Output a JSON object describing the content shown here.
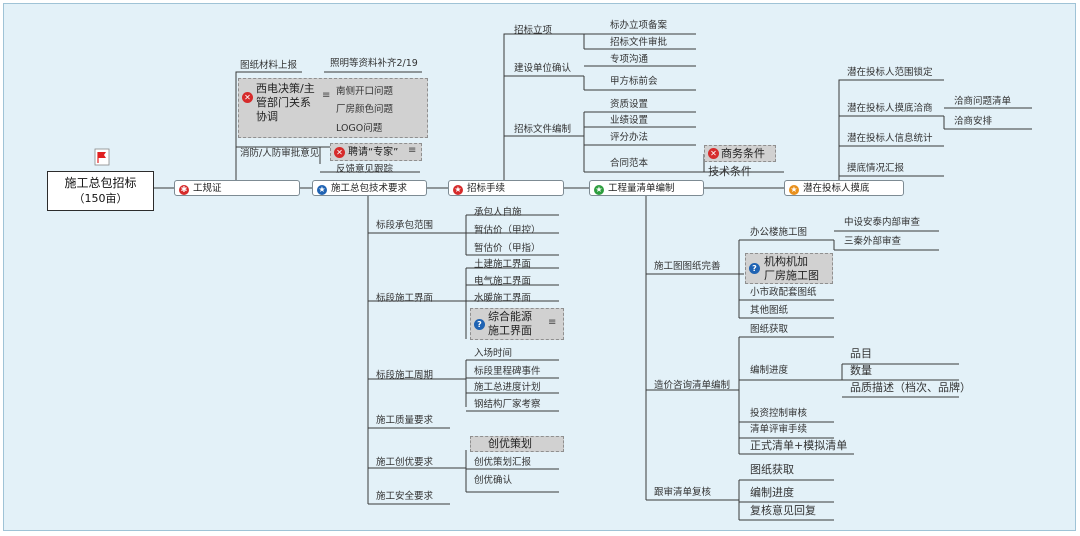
{
  "root": {
    "title": "施工总包招标",
    "subtitle": "（150亩）",
    "flag_icon": "red-flag-icon"
  },
  "level1": {
    "gongguizheng": "工规证",
    "jishu": "施工总包技术要求",
    "shouxu": "招标手续",
    "qingdan": "工程量清单编制",
    "qianzai": "潜在投标人摸底"
  },
  "gongguizheng": {
    "tuzhi": "图纸材料上报",
    "zhaoming": "照明等资料补齐2/19",
    "xidian_1": "西电决策/主",
    "xidian_2": "管部门关系",
    "xidian_3": "协调",
    "nance": "南侧开口问题",
    "changfang": "厂房颜色问题",
    "logo": "LOGO问题",
    "xiaofang": "消防/人防审批意见",
    "zhuanjia": "聘请“专家”",
    "fankui": "反馈意见跟踪"
  },
  "jishu": {
    "chengbao": "标段承包范围",
    "chengbao_items": [
      "承包人自施",
      "暂估价（甲控）",
      "暂估价（甲指）"
    ],
    "jiemian": "标段施工界面",
    "jiemian_items": [
      "土建施工界面",
      "电气施工界面",
      "水暖施工界面"
    ],
    "nengyuan_1": "综合能源",
    "nengyuan_2": "施工界面",
    "zhouqi": "标段施工周期",
    "zhouqi_items": [
      "入场时间",
      "标段里程碑事件",
      "施工总进度计划",
      "钢结构厂家考察"
    ],
    "zhiliang": "施工质量要求",
    "chuangyou": "施工创优要求",
    "chuangyou_hl": "创优策划",
    "chuangyou_items": [
      "创优策划汇报",
      "创优确认"
    ],
    "anquan": "施工安全要求"
  },
  "shouxu": {
    "lixiang": "招标立项",
    "lixiang_items": [
      "标办立项备案",
      "招标文件审批"
    ],
    "jianshe": "建设单位确认",
    "jianshe_items": [
      "专项沟通",
      "甲方标前会"
    ],
    "wenjian": "招标文件编制",
    "wenjian_items": [
      "资质设置",
      "业绩设置",
      "评分办法",
      "合同范本"
    ],
    "shangwu": "商务条件",
    "jishu_tiaojian": "技术条件"
  },
  "qingdan": {
    "tuzhi_wanshan": "施工图图纸完善",
    "bangong": "办公楼施工图",
    "bangong_items": [
      "中设安泰内部审查",
      "三秦外部审查"
    ],
    "jigou_1": "机构机加",
    "jigou_2": "厂房施工图",
    "shizheng": "小市政配套图纸",
    "qita": "其他图纸",
    "zaojia": "造价咨询清单编制",
    "huoqu": "图纸获取",
    "jindu": "编制进度",
    "jindu_items": [
      "品目",
      "数量",
      "品质描述（档次、品牌）"
    ],
    "touzi": "投资控制审核",
    "pingshen": "清单评审手续",
    "zhengshi": "正式清单+模拟清单",
    "genshen": "跟审清单复核",
    "genshen_items": [
      "图纸获取",
      "编制进度",
      "复核意见回复"
    ]
  },
  "qianzai": {
    "items": [
      "潜在投标人范围锁定",
      "潜在投标人摸底洽商",
      "潜在投标人信息统计",
      "摸底情况汇报"
    ],
    "qiashang_items": [
      "洽商问题清单",
      "洽商安排"
    ]
  },
  "colors": {
    "background": "#e3f1f8",
    "line": "#2f2f2f",
    "highlight": "#d1d1d1",
    "red_icon": "#d62b2b",
    "blue_icon": "#1f63b3",
    "green_icon": "#2e9e3f",
    "orange_icon": "#e8901c"
  },
  "icons": [
    "red-flag-icon",
    "cross-icon",
    "question-icon",
    "star-icon",
    "equals-icon"
  ]
}
